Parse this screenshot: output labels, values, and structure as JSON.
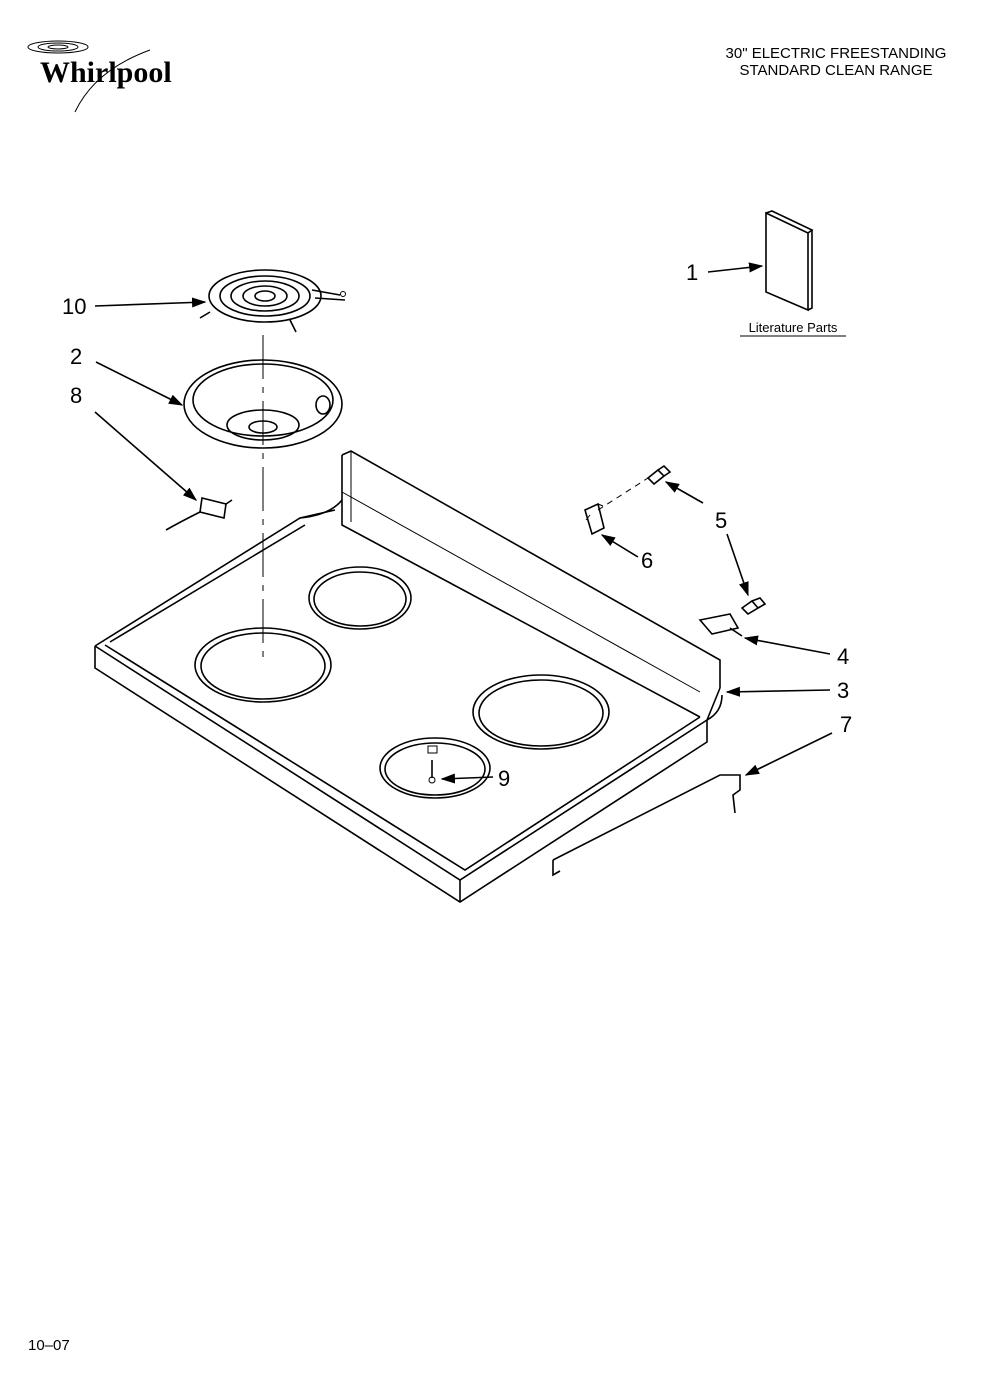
{
  "brand": {
    "name": "Whirlpool"
  },
  "header": {
    "line1": "30\" ELECTRIC FREESTANDING",
    "line2": "STANDARD CLEAN RANGE"
  },
  "literature": {
    "caption": "Literature Parts"
  },
  "callouts": {
    "c1": "1",
    "c2": "2",
    "c3": "3",
    "c4": "4",
    "c5": "5",
    "c6": "6",
    "c7": "7",
    "c8": "8",
    "c9": "9",
    "c10": "10"
  },
  "footer": {
    "code": "10–07"
  }
}
